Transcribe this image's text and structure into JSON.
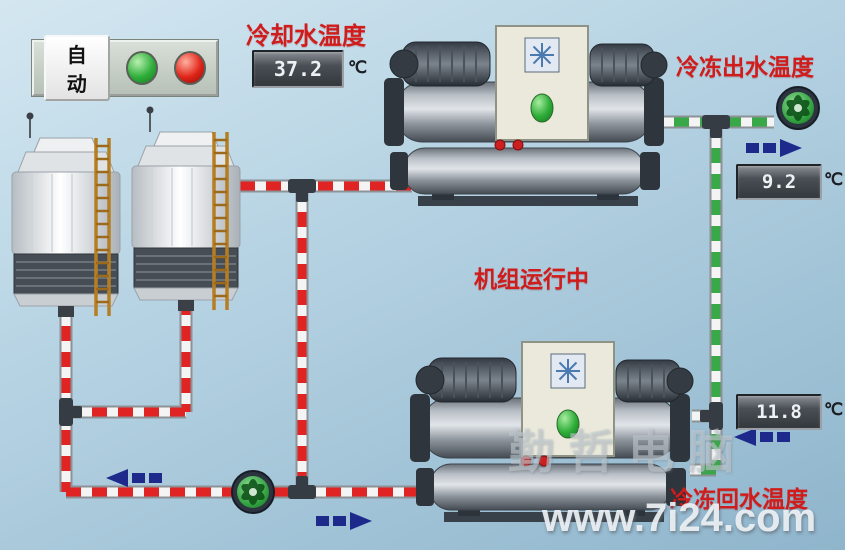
{
  "control_panel": {
    "auto_button_label": "自动"
  },
  "labels": {
    "cooling_water_temp": "冷却水温度",
    "chilled_supply_temp": "冷冻出水温度",
    "chilled_return_temp": "冷冻回水温度",
    "unit_running_status": "机组运行中"
  },
  "displays": {
    "cooling_water": {
      "value": "37.2",
      "unit": "℃"
    },
    "chilled_supply": {
      "value": "9.2",
      "unit": "℃"
    },
    "chilled_return": {
      "value": "11.8",
      "unit": "℃"
    }
  },
  "watermark": {
    "brand": "勤哲电脑",
    "site": "www.7i24.com"
  },
  "colors": {
    "label_red": "#d11c1c",
    "pipe_cooling_water": "#e02424",
    "pipe_chilled_water": "#38a848",
    "flow_arrow_blue": "#1d2a8c",
    "indicator_green": "#2fae3a",
    "indicator_red": "#e02418"
  }
}
